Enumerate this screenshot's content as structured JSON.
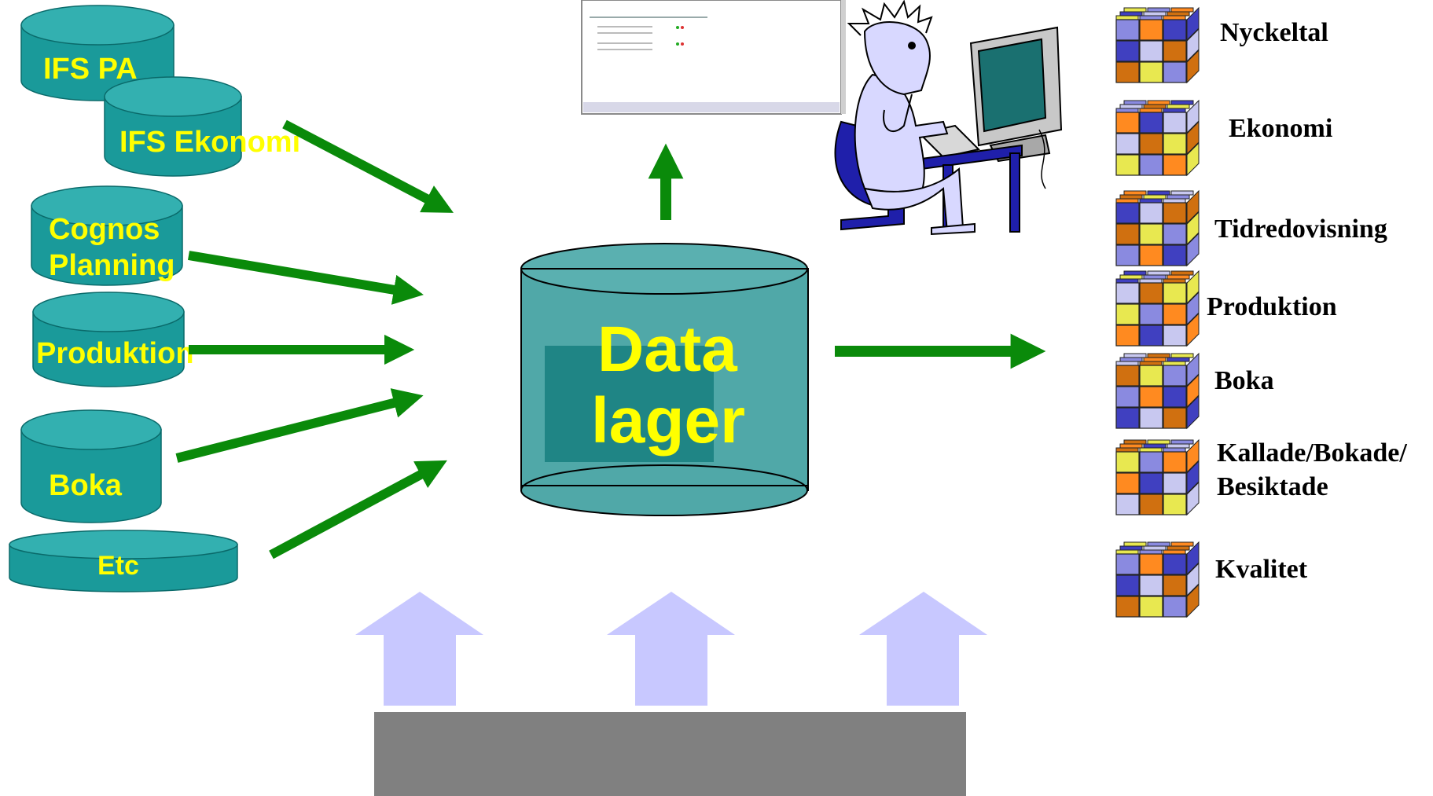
{
  "colors": {
    "cylinder": "#1a9a9a",
    "cylinder_top": "#33b0b0",
    "arrow_green": "#0a8a0a",
    "arrow_blue": "#c8c8ff",
    "gray_base": "#808080",
    "label_yellow": "#ffff00"
  },
  "sources": [
    {
      "lines": [
        "IFS  PA"
      ]
    },
    {
      "lines": [
        "IFS Ekonomi"
      ]
    },
    {
      "lines": [
        "Cognos",
        "Planning"
      ]
    },
    {
      "lines": [
        "Produktion"
      ]
    },
    {
      "lines": [
        "Boka"
      ]
    },
    {
      "lines": [
        "Etc"
      ]
    }
  ],
  "warehouse": {
    "lines": [
      "Data",
      "lager"
    ]
  },
  "cubes": [
    {
      "lines": [
        "Nyckeltal"
      ]
    },
    {
      "lines": [
        "Ekonomi"
      ]
    },
    {
      "lines": [
        "Tidredovisning"
      ]
    },
    {
      "lines": [
        "Produktion"
      ]
    },
    {
      "lines": [
        "Boka"
      ]
    },
    {
      "lines": [
        "Kallade/Bokade/",
        "Besiktade"
      ]
    },
    {
      "lines": [
        "Kvalitet"
      ]
    }
  ],
  "icons": {
    "cube": "rubiks-cube-icon",
    "user": "person-at-computer-illustration",
    "screenshot": "report-screenshot-thumbnail"
  }
}
